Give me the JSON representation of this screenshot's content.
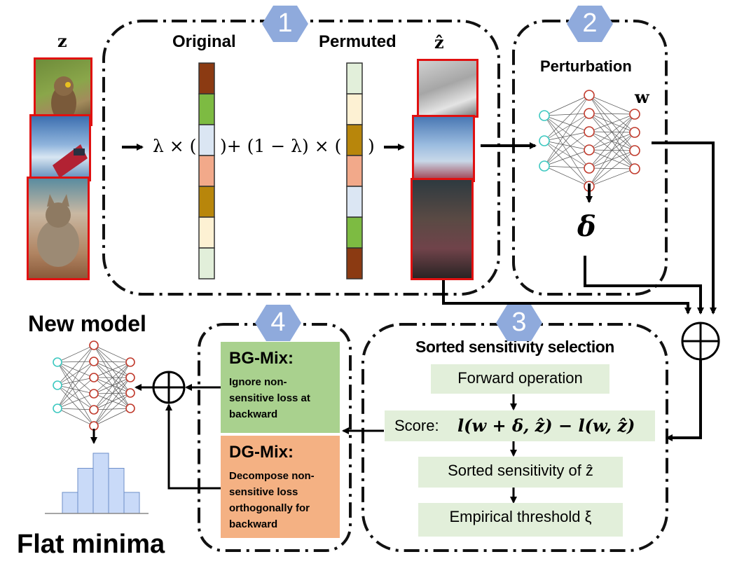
{
  "labels": {
    "z": "z",
    "original": "Original",
    "permuted": "Permuted",
    "z_hat": "ẑ",
    "perturbation": "Perturbation",
    "w": "w",
    "delta": "δ",
    "new_model": "New model",
    "flat_minima": "Flat minima",
    "sorted_title": "Sorted sensitivity selection"
  },
  "formula": {
    "lambda_times": "λ × (",
    "plus_one_minus_lambda": ")+ (1 − λ) × (",
    "close": ")"
  },
  "badges": [
    "1",
    "2",
    "3",
    "4"
  ],
  "steps": {
    "forward": "Forward operation",
    "score_label": "Score:",
    "score_formula": "l(w + δ, ẑ) −  l(w, ẑ)",
    "sorted": "Sorted sensitivity of ẑ",
    "threshold": "Empirical threshold ξ"
  },
  "mix": {
    "bg_title": "BG-Mix:",
    "bg_desc": "Ignore non-\nsensitive loss at\nbackward",
    "dg_title": "DG-Mix:",
    "dg_desc": "Decompose non-\nsensitive loss\northogonally for\nbackward"
  },
  "colors": {
    "badge": "#8faadc",
    "bg_mix": "#a9d18e",
    "dg_mix": "#f4b183",
    "step_fill": "#e2efda",
    "image_border": "#e01010",
    "node_cyan": "#3cc8c0",
    "node_red": "#c0392b",
    "hist_fill": "#c9daf8"
  },
  "feature_colors": {
    "original": [
      "#8b3a12",
      "#7dbb42",
      "#dbe6f3",
      "#f2a98a",
      "#b8860b",
      "#fdf1d3",
      "#e2efda"
    ],
    "permuted": [
      "#e2efda",
      "#fdf1d3",
      "#b8860b",
      "#f2a98a",
      "#dbe6f3",
      "#7dbb42",
      "#8b3a12"
    ]
  }
}
